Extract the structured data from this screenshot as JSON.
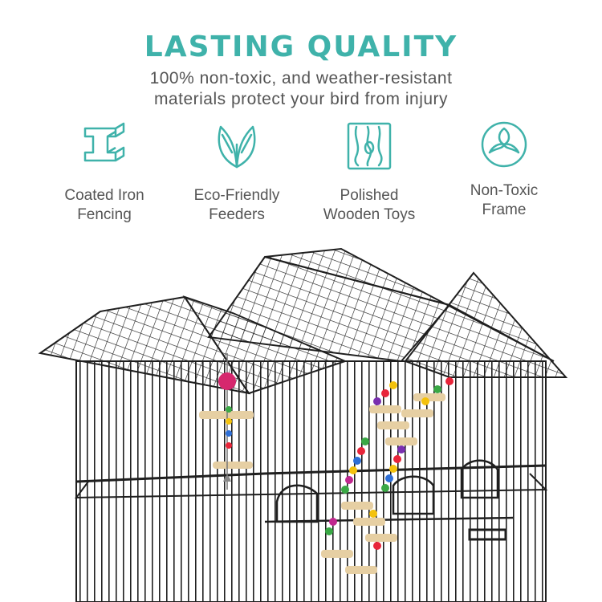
{
  "header": {
    "title": "LASTING QUALITY",
    "subtitle_line1": "100% non-toxic, and weather-resistant",
    "subtitle_line2": "materials protect your bird from injury"
  },
  "features": [
    {
      "icon": "iron-beam-icon",
      "line1": "Coated Iron",
      "line2": "Fencing"
    },
    {
      "icon": "leaf-icon",
      "line1": "Eco-Friendly",
      "line2": "Feeders"
    },
    {
      "icon": "wood-grain-icon",
      "line1": "Polished",
      "line2": "Wooden Toys"
    },
    {
      "icon": "recycle-leaf-icon",
      "line1": "Non-Toxic",
      "line2": "Frame"
    }
  ],
  "image": {
    "subject": "bird-cage-photo"
  },
  "colors": {
    "accent": "#3fb2aa",
    "text": "#555555",
    "wire": "#1f1f1f"
  }
}
